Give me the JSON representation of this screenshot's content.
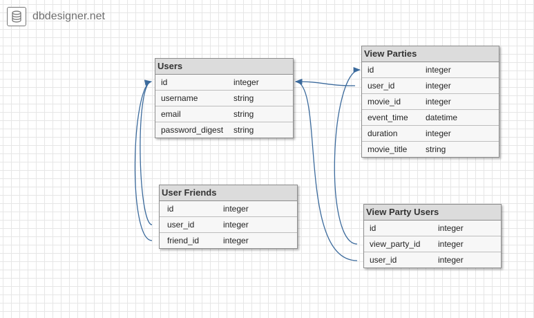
{
  "brand": {
    "name": "dbdesigner.net",
    "icon": "database-icon"
  },
  "colors": {
    "relation_line": "#3b6a9c",
    "header_bg": "#dcdcdc",
    "grid": "#e6e6e6"
  },
  "tables": {
    "users": {
      "title": "Users",
      "fields": [
        {
          "name": "id",
          "type": "integer"
        },
        {
          "name": "username",
          "type": "string"
        },
        {
          "name": "email",
          "type": "string"
        },
        {
          "name": "password_digest",
          "type": "string"
        }
      ]
    },
    "view_parties": {
      "title": "View Parties",
      "fields": [
        {
          "name": "id",
          "type": "integer"
        },
        {
          "name": "user_id",
          "type": "integer"
        },
        {
          "name": "movie_id",
          "type": "integer"
        },
        {
          "name": "event_time",
          "type": "datetime"
        },
        {
          "name": "duration",
          "type": "integer"
        },
        {
          "name": "movie_title",
          "type": "string"
        }
      ]
    },
    "user_friends": {
      "title": "User Friends",
      "fields": [
        {
          "name": "id",
          "type": "integer"
        },
        {
          "name": "user_id",
          "type": "integer"
        },
        {
          "name": "friend_id",
          "type": "integer"
        }
      ]
    },
    "view_party_users": {
      "title": "View Party Users",
      "fields": [
        {
          "name": "id",
          "type": "integer"
        },
        {
          "name": "view_party_id",
          "type": "integer"
        },
        {
          "name": "user_id",
          "type": "integer"
        }
      ]
    }
  },
  "relations": [
    {
      "from": "view_parties.user_id",
      "to": "users.id"
    },
    {
      "from": "view_party_users.user_id",
      "to": "users.id"
    },
    {
      "from": "view_party_users.view_party_id",
      "to": "view_parties.id"
    },
    {
      "from": "user_friends.user_id",
      "to": "users.id"
    },
    {
      "from": "user_friends.friend_id",
      "to": "users.id"
    }
  ]
}
